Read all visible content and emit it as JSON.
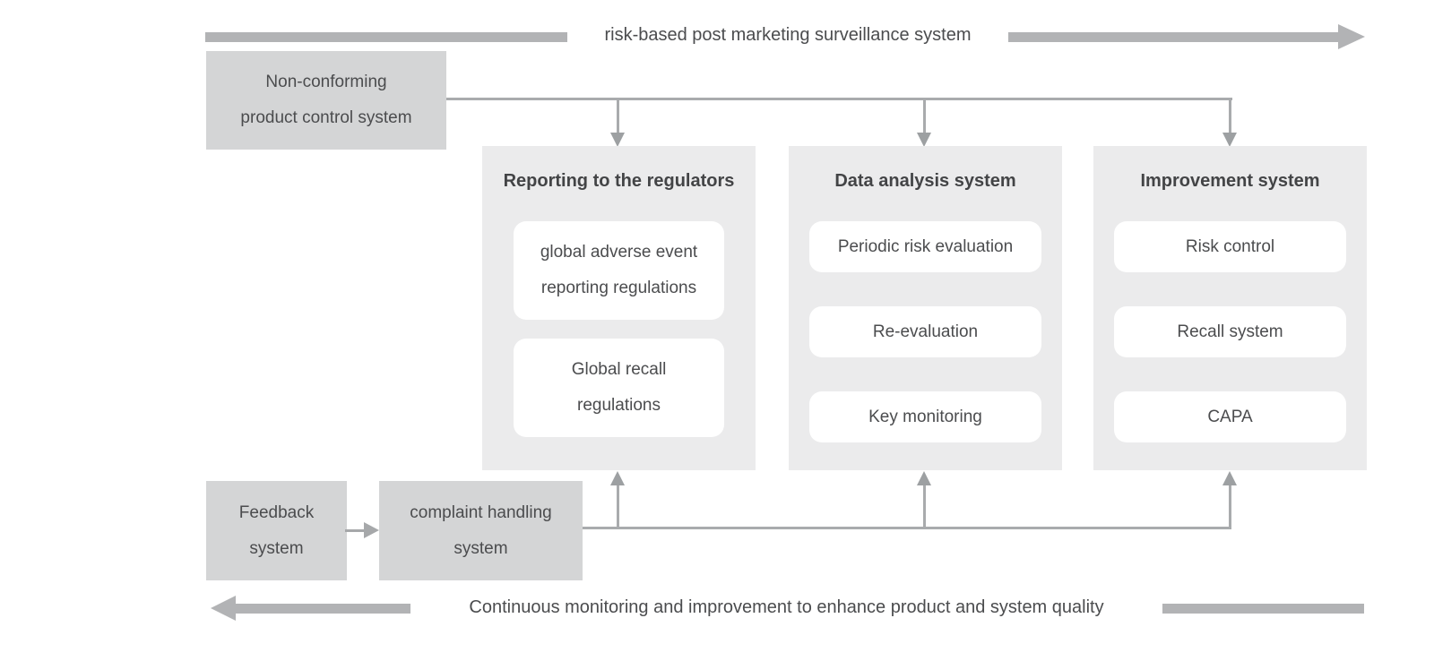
{
  "banner_top": {
    "label": "risk-based post marketing surveillance system"
  },
  "banner_bottom": {
    "label": "Continuous monitoring and improvement to enhance product and system quality"
  },
  "boxes": {
    "non_conforming": {
      "lines": [
        "Non-conforming",
        "product control system"
      ]
    },
    "feedback": {
      "lines": [
        "Feedback",
        "system"
      ]
    },
    "complaint": {
      "lines": [
        "complaint handling",
        "system"
      ]
    }
  },
  "columns": [
    {
      "title": "Reporting to the regulators",
      "items": [
        {
          "lines": [
            "global adverse event",
            "reporting regulations"
          ]
        },
        {
          "lines": [
            "Global recall",
            "regulations"
          ]
        }
      ]
    },
    {
      "title": "Data analysis system",
      "items": [
        {
          "lines": [
            "Periodic risk evaluation"
          ]
        },
        {
          "lines": [
            "Re-evaluation"
          ]
        },
        {
          "lines": [
            "Key monitoring"
          ]
        }
      ]
    },
    {
      "title": "Improvement system",
      "items": [
        {
          "lines": [
            "Risk control"
          ]
        },
        {
          "lines": [
            "Recall system"
          ]
        },
        {
          "lines": [
            "CAPA"
          ]
        }
      ]
    }
  ],
  "colors": {
    "box_fill": "#d4d5d6",
    "panel_fill": "#ebebec",
    "item_fill": "#ffffff",
    "arrow_bar": "#b2b3b5",
    "connector_line": "#a9abad",
    "connector_arrow": "#9da0a2",
    "text": "#4b4c4e"
  }
}
